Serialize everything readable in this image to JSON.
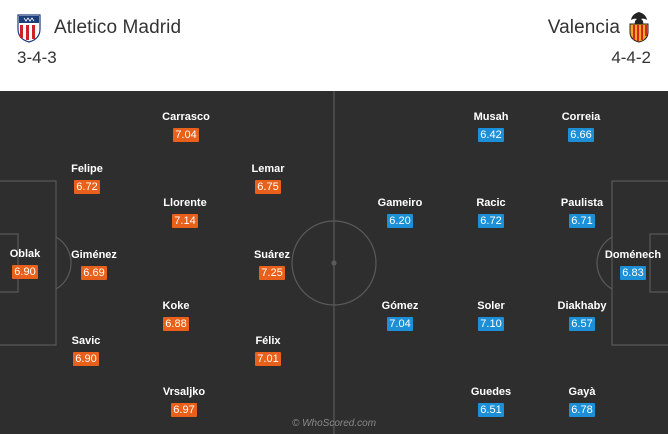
{
  "home": {
    "team": "Atletico Madrid",
    "formation": "3-4-3",
    "rating_color": "#e9601a",
    "players": [
      {
        "name": "Oblak",
        "rating": "6.90"
      },
      {
        "name": "Felipe",
        "rating": "6.72"
      },
      {
        "name": "Giménez",
        "rating": "6.69"
      },
      {
        "name": "Savic",
        "rating": "6.90"
      },
      {
        "name": "Carrasco",
        "rating": "7.04"
      },
      {
        "name": "Llorente",
        "rating": "7.14"
      },
      {
        "name": "Koke",
        "rating": "6.88"
      },
      {
        "name": "Vrsaljko",
        "rating": "6.97"
      },
      {
        "name": "Lemar",
        "rating": "6.75"
      },
      {
        "name": "Suárez",
        "rating": "7.25"
      },
      {
        "name": "Félix",
        "rating": "7.01"
      }
    ]
  },
  "away": {
    "team": "Valencia",
    "formation": "4-4-2",
    "rating_color": "#1d8fd6",
    "players": [
      {
        "name": "Doménech",
        "rating": "6.83"
      },
      {
        "name": "Correia",
        "rating": "6.66"
      },
      {
        "name": "Paulista",
        "rating": "6.71"
      },
      {
        "name": "Diakhaby",
        "rating": "6.57"
      },
      {
        "name": "Gayà",
        "rating": "6.78"
      },
      {
        "name": "Musah",
        "rating": "6.42"
      },
      {
        "name": "Racic",
        "rating": "6.72"
      },
      {
        "name": "Soler",
        "rating": "7.10"
      },
      {
        "name": "Guedes",
        "rating": "6.51"
      },
      {
        "name": "Gameiro",
        "rating": "6.20"
      },
      {
        "name": "Gómez",
        "rating": "7.04"
      }
    ]
  },
  "watermark": "© WhoScored.com",
  "pitch": {
    "color": "#2e2e2e",
    "line_color": "#5a5a5a"
  }
}
